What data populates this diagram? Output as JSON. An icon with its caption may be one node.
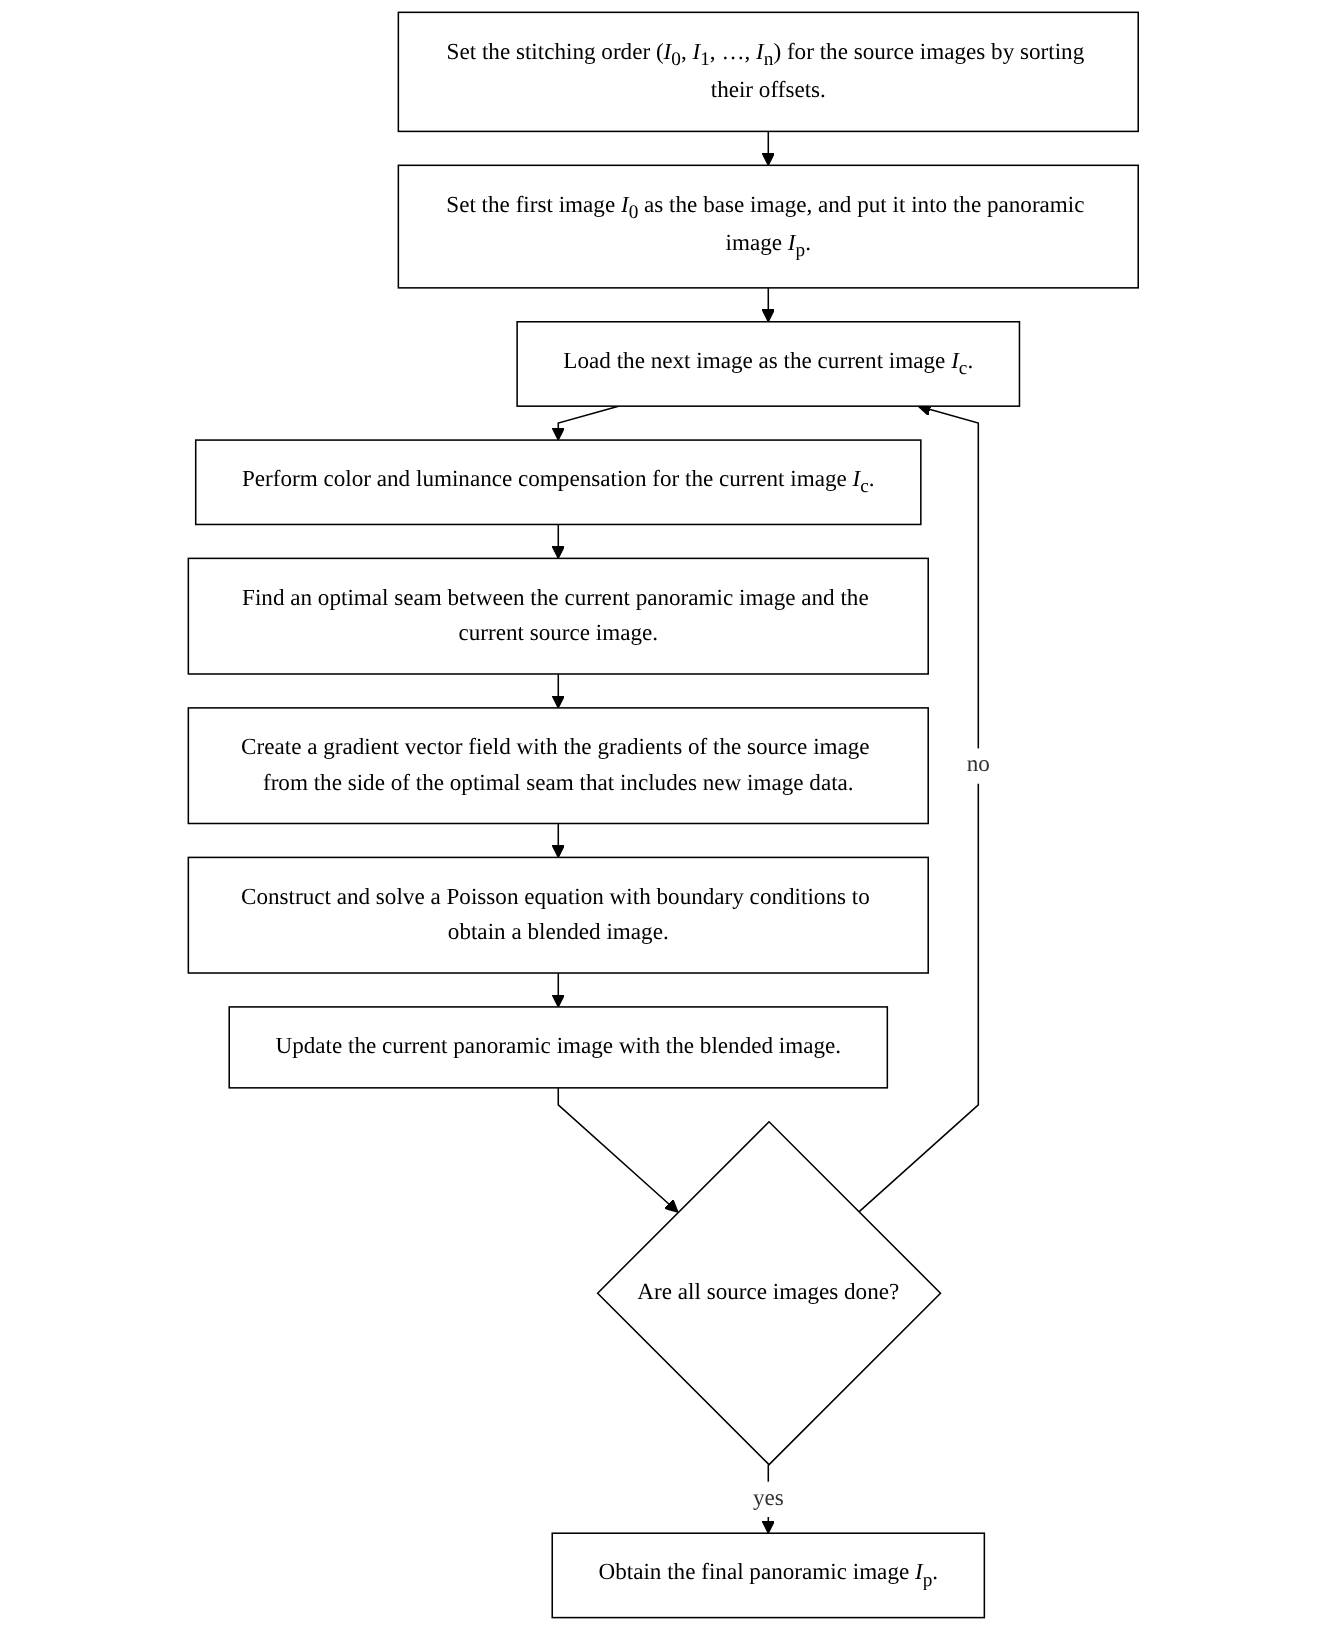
{
  "diagram": {
    "nodes": [
      {
        "text": [
          "Set the stitching order (*I*$_{0}$, *I*$_{1}$, …, *I*$_{n}$) for the source images by sorting their offsets."
        ]
      },
      {
        "text": [
          "Set the first image *I*$_{0}$ as the base image, and put it into the panoramic image *I*$_{p}$."
        ]
      },
      {
        "text": [
          "Load the next image as the current image *I*$_{c}$."
        ]
      },
      {
        "text": [
          "Perform color and luminance compensation for the current image *I*$_{c}$."
        ]
      },
      {
        "text": [
          "Find an optimal seam between the current panoramic image and the current source image."
        ]
      },
      {
        "text": [
          "Create a gradient vector field with the gradients of the source image from the side of the optimal seam that includes new image data."
        ]
      },
      {
        "text": [
          "Construct and solve a Poisson equation with boundary conditions to obtain a blended image."
        ]
      },
      {
        "text": [
          "Update the current panoramic image with the blended image."
        ]
      },
      {
        "text": [
          "Are all source images done?"
        ]
      },
      {
        "text": [
          "Obtain the final panoramic image *I*$_{p}$."
        ]
      }
    ],
    "edges": [
      {
        "from": 0,
        "to": 1,
        "arrow": "to"
      },
      {
        "from": 1,
        "to": 2,
        "arrow": "to"
      },
      {
        "from": 2,
        "to": 3,
        "arrow": "to"
      },
      {
        "from": 3,
        "to": 4,
        "arrow": "to"
      },
      {
        "from": 4,
        "to": 5,
        "arrow": "to"
      },
      {
        "from": 5,
        "to": 6,
        "arrow": "to"
      },
      {
        "from": 6,
        "to": 7,
        "arrow": "to"
      },
      {
        "from": 7,
        "to": 8,
        "arrow": "to"
      },
      {
        "from": 8,
        "to": 2,
        "label": "no",
        "arrow": "to"
      },
      {
        "from": 8,
        "to": 9,
        "label": "yes",
        "arrow": "to"
      }
    ]
  }
}
